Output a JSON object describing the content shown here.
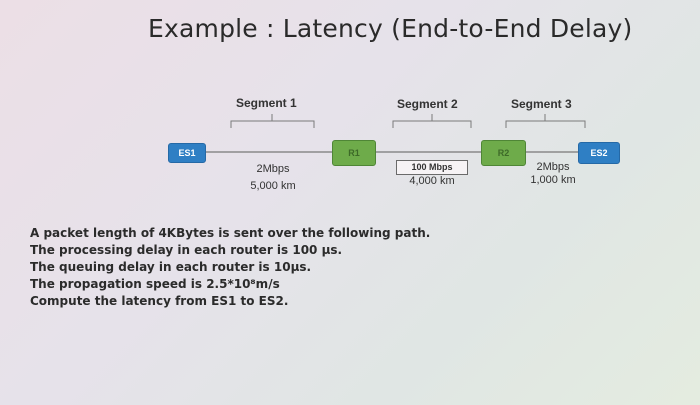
{
  "title": "Example : Latency (End-to-End Delay)",
  "segments": [
    "Segment 1",
    "Segment 2",
    "Segment 3"
  ],
  "nodes": {
    "es1": "ES1",
    "r1": "R1",
    "r2": "R2",
    "es2": "ES2"
  },
  "links": [
    {
      "rate": "2Mbps",
      "distance": "5,000 km"
    },
    {
      "rate": "100 Mbps",
      "distance": "4,000 km"
    },
    {
      "rate": "2Mbps",
      "distance": "1,000 km"
    }
  ],
  "problem": [
    "A packet length of 4KBytes is sent over the following path.",
    "The processing delay in each router is 100 µs.",
    "The queuing delay in each router is 10µs.",
    "The propagation speed is 2.5*10⁸m/s",
    "Compute the latency from ES1 to ES2."
  ],
  "colors": {
    "end_system": "#2f7fc4",
    "router": "#6eab4a"
  }
}
